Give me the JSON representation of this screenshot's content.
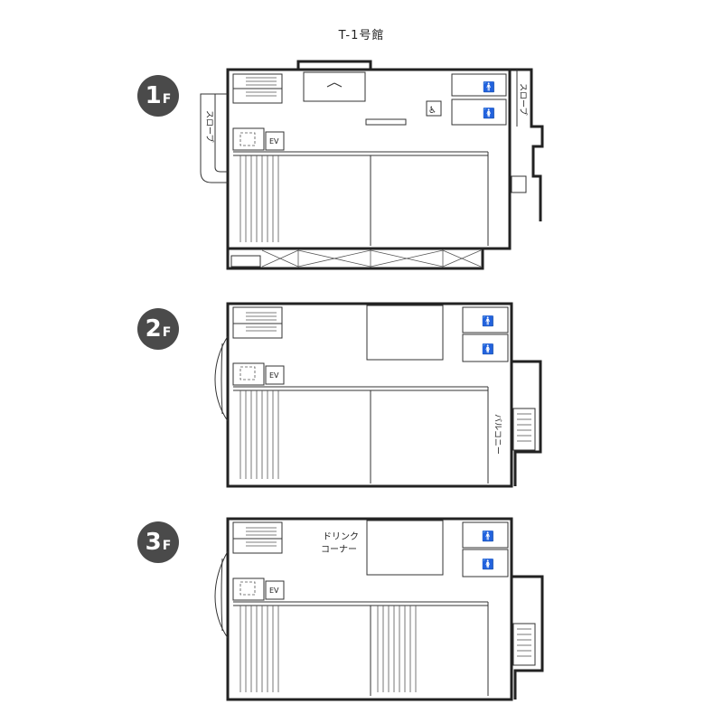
{
  "title": "T-1号館",
  "floors": [
    {
      "number": "1",
      "suffix": "F",
      "elevator": "EV",
      "slope_left": "スロープ",
      "slope_right": "スロープ"
    },
    {
      "number": "2",
      "suffix": "F",
      "elevator": "EV",
      "balcony": "バルコニー"
    },
    {
      "number": "3",
      "suffix": "F",
      "elevator": "EV",
      "drink_corner_line1": "ドリンク",
      "drink_corner_line2": "コーナー"
    }
  ],
  "icons": [
    "restroom-male-icon",
    "restroom-female-icon",
    "wheelchair-icon",
    "elevator-icon",
    "stairs-icon"
  ]
}
